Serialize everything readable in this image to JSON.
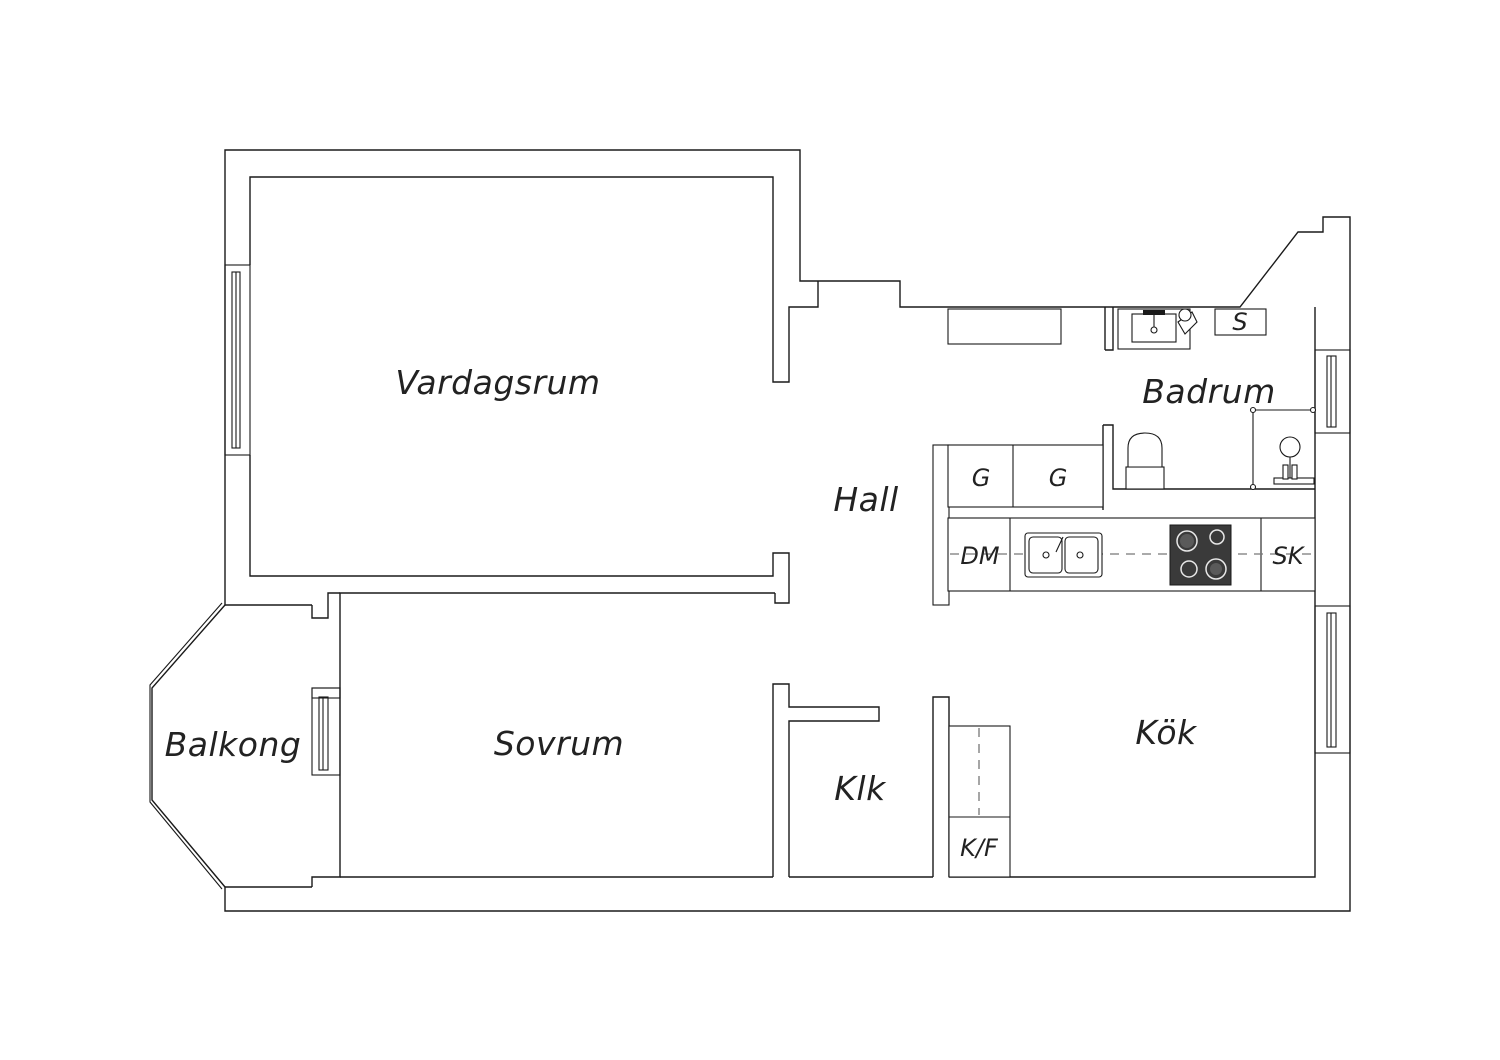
{
  "rooms": {
    "vardagsrum": "Vardagsrum",
    "hall": "Hall",
    "badrum": "Badrum",
    "balkong": "Balkong",
    "sovrum": "Sovrum",
    "klk": "Klk",
    "kok": "Kök"
  },
  "fixtures": {
    "garderob_1": "G",
    "garderob_2": "G",
    "diskmaskin": "DM",
    "skap": "SK",
    "kyl_frys": "K/F",
    "bathroom_cabinet": "S"
  },
  "colors": {
    "line": "#1a1a1a",
    "stove": "#3a3a3a",
    "dashed": "#777777",
    "background": "#ffffff"
  }
}
